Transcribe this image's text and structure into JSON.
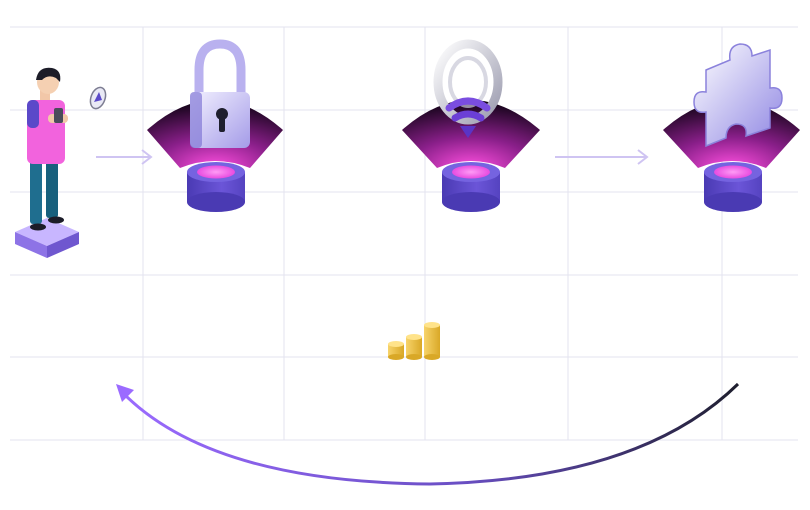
{
  "diagram": {
    "stages": [
      {
        "key": "security",
        "icon": "padlock-icon"
      },
      {
        "key": "connectivity",
        "icon": "wifi-shield-icon"
      },
      {
        "key": "integration",
        "icon": "puzzle-piece-icon"
      }
    ],
    "actor": {
      "icon": "person-with-phone-icon"
    },
    "reward": {
      "icon": "gold-coin-stacks-icon"
    },
    "flow": {
      "forward_arrows": 2,
      "return_arrow": true
    },
    "colors": {
      "grid": "#e3e3ef",
      "accent_purple": "#7c5ccf",
      "accent_pink": "#ff55e6",
      "pedestal": "#6b55d8",
      "coin": "#f2c84b",
      "return_arrow_start": "#1e1e2e",
      "return_arrow_end": "#9b6bff"
    }
  }
}
